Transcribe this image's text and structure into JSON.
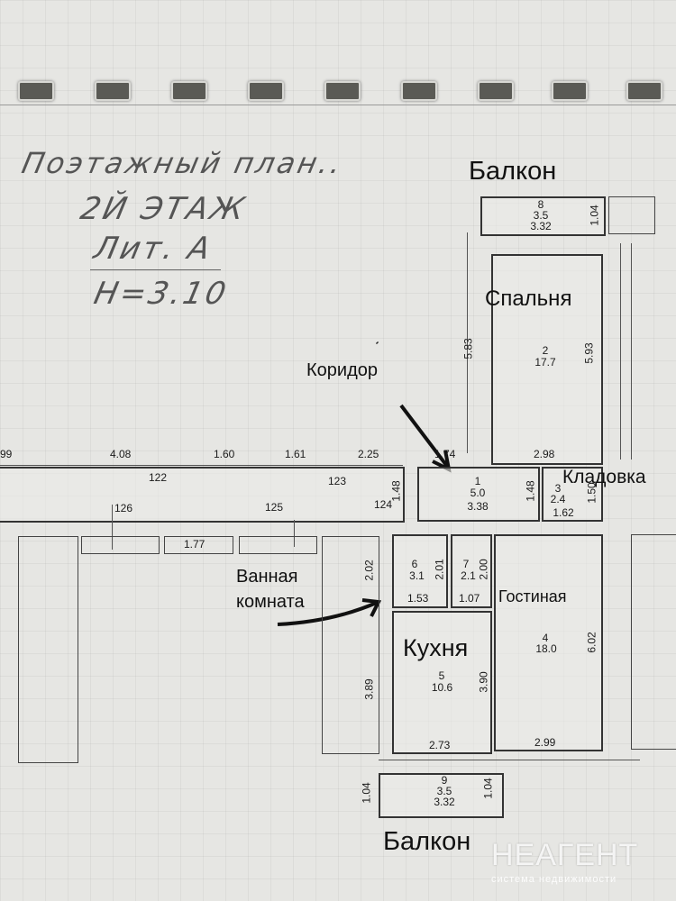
{
  "title_handwritten": [
    "Поэтажный план..",
    "2Й ЭТАЖ",
    "Лит. А",
    "Н=3.10"
  ],
  "labels": {
    "balcony_top": "Балкон",
    "bedroom": "Спальня",
    "corridor": "Коридор",
    "storage": "Кладовка",
    "bathroom_1": "Ванная",
    "bathroom_2": "комната",
    "kitchen": "Кухня",
    "living": "Гостиная",
    "balcony_bottom": "Балкон"
  },
  "rooms": {
    "r1": {
      "num": "1",
      "area": "5.0",
      "w": "3.38",
      "h": "1.48"
    },
    "r2": {
      "num": "2",
      "area": "17.7",
      "w": "2.98",
      "h": "5.93",
      "outer": "5.83"
    },
    "r3": {
      "num": "3",
      "area": "2.4",
      "w": "1.62",
      "h": "1.50"
    },
    "r4": {
      "num": "4",
      "area": "18.0",
      "w": "2.99",
      "h": "6.02"
    },
    "r5": {
      "num": "5",
      "area": "10.6",
      "w": "2.73",
      "h": "3.90",
      "outer": "3.89"
    },
    "r6": {
      "num": "6",
      "area": "3.1",
      "w": "1.53",
      "h": "2.01",
      "outer": "2.02"
    },
    "r7": {
      "num": "7",
      "area": "2.1",
      "w": "1.07",
      "h": "2.00"
    },
    "r8": {
      "num": "8",
      "area": "3.5",
      "w": "3.32",
      "h": "1.04"
    },
    "r9": {
      "num": "9",
      "area": "3.5",
      "w": "3.32",
      "h": "1.04",
      "h2": "1.04"
    }
  },
  "dims_top": [
    "99",
    "4.08",
    "1.60",
    "1.61",
    "2.25",
    "1.74"
  ],
  "corridor_nums": [
    "122",
    "123",
    "124",
    "125",
    "126"
  ],
  "corridor_dim": "1.48",
  "misc_dims": [
    "1.77"
  ],
  "watermark": {
    "brand": "НЕАГЕНТ",
    "tagline": "система недвижимости"
  }
}
